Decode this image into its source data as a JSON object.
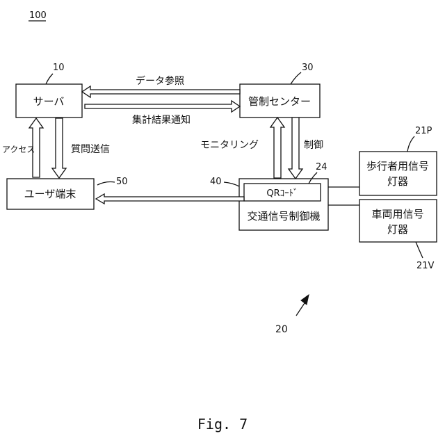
{
  "figure_number": "100",
  "caption": "Fig. 7",
  "boxes": {
    "server": {
      "label": "サーバ",
      "ref": "10"
    },
    "control_center": {
      "label": "管制センター",
      "ref": "30"
    },
    "user_terminal": {
      "label": "ユーザ端末",
      "ref": "50"
    },
    "signal_controller": {
      "label": "交通信号制御機",
      "ref": "40"
    },
    "qr_code": {
      "label": "QRｺｰﾄﾞ",
      "ref": "24"
    },
    "pedestrian_signal": {
      "line1": "歩行者用信号",
      "line2": "灯器",
      "ref": "21P"
    },
    "vehicle_signal": {
      "line1": "車両用信号",
      "line2": "灯器",
      "ref": "21V"
    }
  },
  "arrows": {
    "data_reference": "データ参照",
    "aggregation_notice": "集計結果通知",
    "access": "アクセス",
    "question_send": "質問送信",
    "monitoring": "モニタリング",
    "control": "制御"
  },
  "system_ref": "20"
}
